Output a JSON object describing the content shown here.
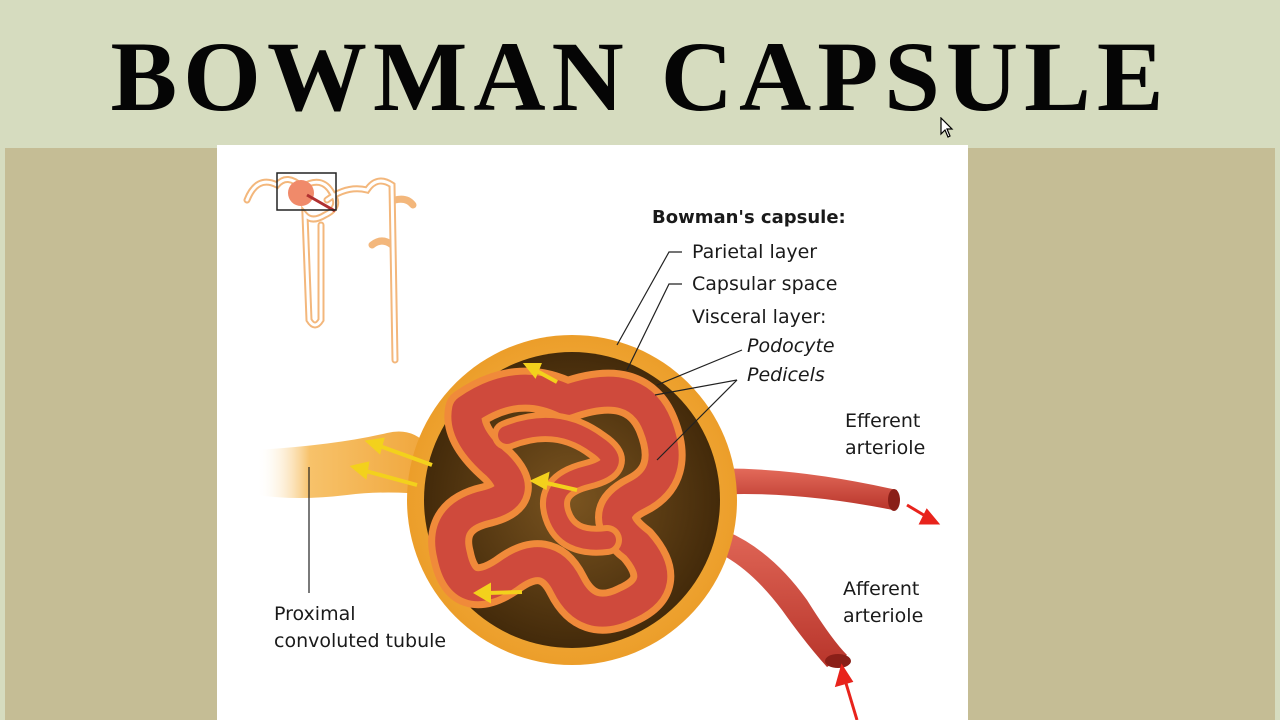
{
  "slide": {
    "title": "BOWMAN CAPSULE"
  },
  "diagram": {
    "heading": "Bowman's capsule:",
    "labels": {
      "parietal_layer": "Parietal layer",
      "capsular_space": "Capsular space",
      "visceral_layer": "Visceral layer:",
      "podocyte": "Podocyte",
      "pedicels": "Pedicels",
      "efferent_1": "Efferent",
      "efferent_2": "arteriole",
      "afferent_1": "Afferent",
      "afferent_2": "arteriole",
      "pct_1": "Proximal",
      "pct_2": "convoluted tubule"
    }
  },
  "colors": {
    "title_band": "#d6dcbf",
    "side_panels": "#c5bd95",
    "capsule_orange": "#f2a532",
    "glomerulus_red": "#cf4a3c",
    "capsular_space": "#5a3a14",
    "arrow_yellow": "#f3d11c",
    "arrow_red": "#e8231c"
  }
}
